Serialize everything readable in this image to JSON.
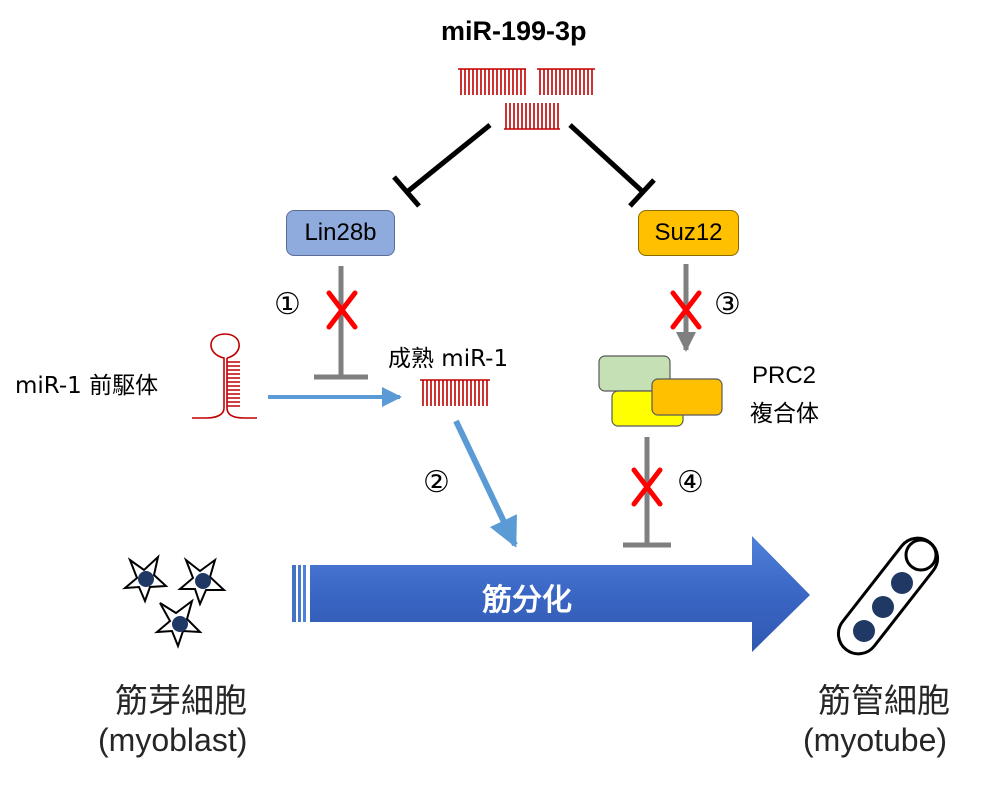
{
  "title": "miR-199-3p",
  "nodes": {
    "lin28b": "Lin28b",
    "suz12": "Suz12",
    "prc2_name": "PRC2",
    "prc2_complex": "複合体",
    "mir1_precursor": "miR-1 前駆体",
    "mature_mir1": "成熟 miR-1",
    "differentiation": "筋分化"
  },
  "steps": [
    "①",
    "②",
    "③",
    "④"
  ],
  "cells": {
    "myoblast_jp": "筋芽細胞",
    "myoblast_en": "(myoblast)",
    "myotube_jp": "筋管細胞",
    "myotube_en": "(myotube)"
  },
  "colors": {
    "mirna": "#c00000",
    "inhibit_black": "#000000",
    "inhibit_gray": "#7f7f7f",
    "blue_arrow": "#5b9bd5",
    "lin28b_fill": "#8faadc",
    "suz12_fill": "#ffc000",
    "prc2_green": "#c5e0b4",
    "prc2_yellow": "#ffff00",
    "prc2_orange": "#ffc000",
    "differentiation_arrow": "#4472c4",
    "nucleus": "#1f3864",
    "cross": "#ff0000"
  }
}
